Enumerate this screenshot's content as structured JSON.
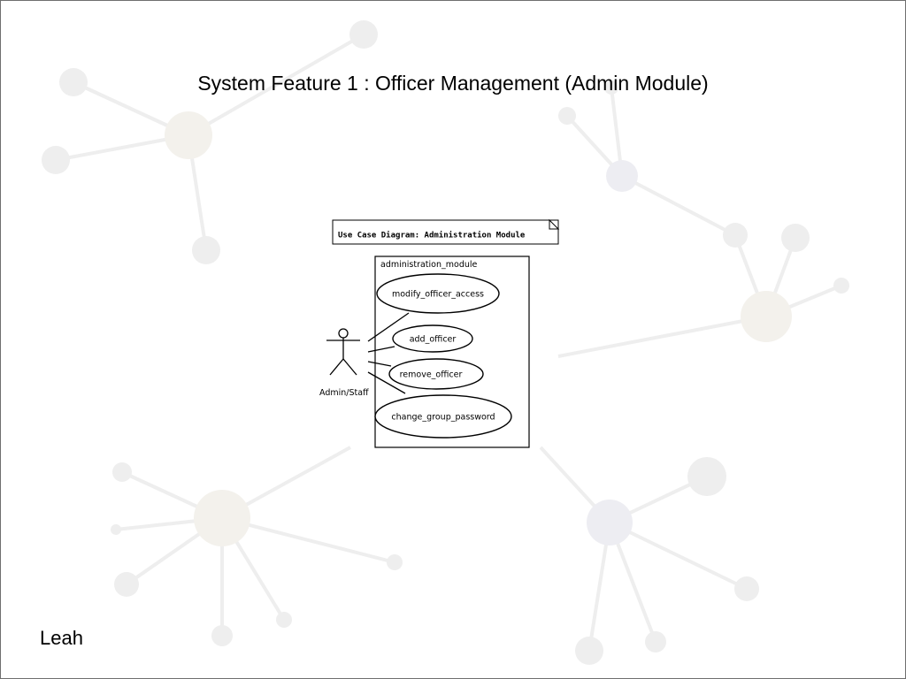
{
  "slide": {
    "title": "System Feature 1 : Officer Management (Admin Module)",
    "author": "Leah"
  },
  "diagram": {
    "note": "Use Case Diagram: Administration Module",
    "system_boundary": "administration_module",
    "actor": "Admin/Staff",
    "use_cases": [
      "modify_officer_access",
      "add_officer",
      "remove_officer",
      "change_group_password"
    ]
  }
}
